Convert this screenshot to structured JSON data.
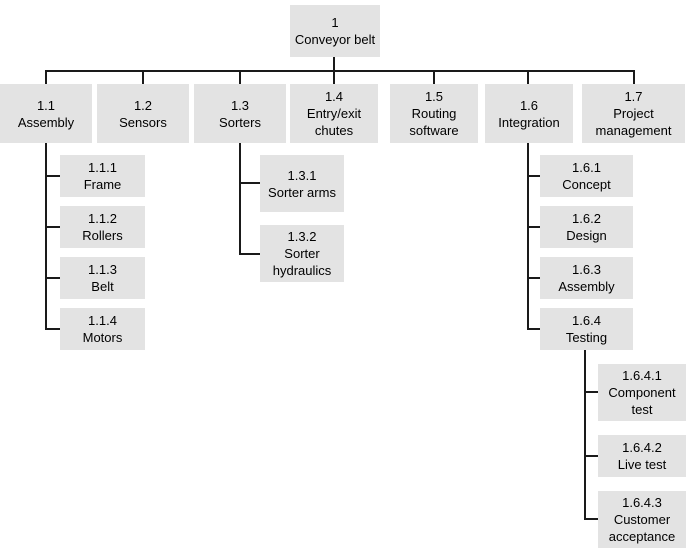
{
  "diagram": {
    "kind": "work-breakdown-structure-tree",
    "levels": 4
  },
  "colors": {
    "box_fill": "#e3e3e3",
    "line": "#1a1a1a",
    "text": "#000000",
    "canvas": "#ffffff"
  },
  "nodes": {
    "n1": {
      "num": "1",
      "name": "Conveyor belt"
    },
    "n1_1": {
      "num": "1.1",
      "name": "Assembly"
    },
    "n1_2": {
      "num": "1.2",
      "name": "Sensors"
    },
    "n1_3": {
      "num": "1.3",
      "name": "Sorters"
    },
    "n1_4": {
      "num": "1.4",
      "name": "Entry/exit chutes"
    },
    "n1_5": {
      "num": "1.5",
      "name": "Routing software"
    },
    "n1_6": {
      "num": "1.6",
      "name": "Integration"
    },
    "n1_7": {
      "num": "1.7",
      "name": "Project management"
    },
    "n1_1_1": {
      "num": "1.1.1",
      "name": "Frame"
    },
    "n1_1_2": {
      "num": "1.1.2",
      "name": "Rollers"
    },
    "n1_1_3": {
      "num": "1.1.3",
      "name": "Belt"
    },
    "n1_1_4": {
      "num": "1.1.4",
      "name": "Motors"
    },
    "n1_3_1": {
      "num": "1.3.1",
      "name": "Sorter arms"
    },
    "n1_3_2": {
      "num": "1.3.2",
      "name": "Sorter hydraulics"
    },
    "n1_6_1": {
      "num": "1.6.1",
      "name": "Concept"
    },
    "n1_6_2": {
      "num": "1.6.2",
      "name": "Design"
    },
    "n1_6_3": {
      "num": "1.6.3",
      "name": "Assembly"
    },
    "n1_6_4": {
      "num": "1.6.4",
      "name": "Testing"
    },
    "n1_6_4_1": {
      "num": "1.6.4.1",
      "name": "Component test"
    },
    "n1_6_4_2": {
      "num": "1.6.4.2",
      "name": "Live test"
    },
    "n1_6_4_3": {
      "num": "1.6.4.3",
      "name": "Customer acceptance"
    }
  }
}
